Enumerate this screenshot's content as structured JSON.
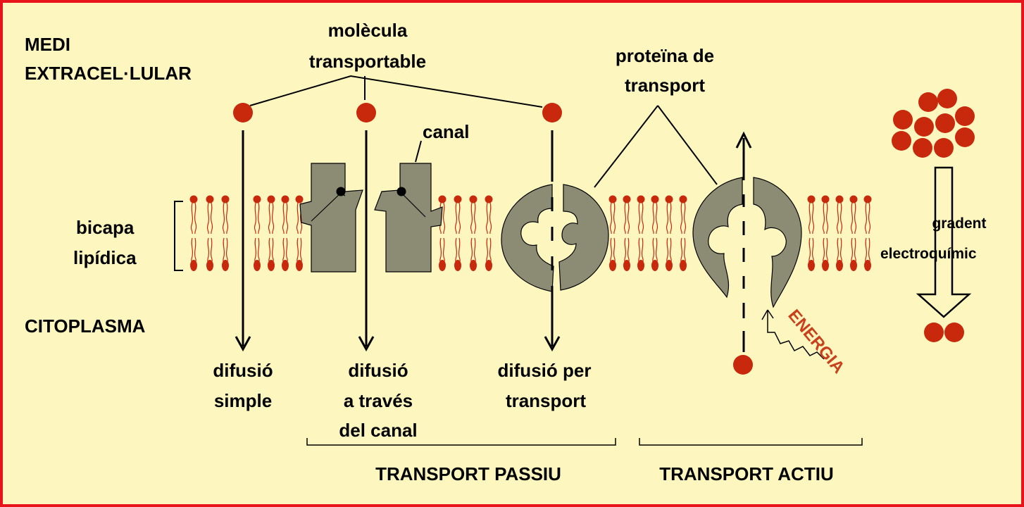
{
  "labels": {
    "medi_line1": "MEDI",
    "medi_line2": "EXTRACEL·LULAR",
    "molecula_line1": "molècula",
    "molecula_line2": "transportable",
    "proteina_line1": "proteïna de",
    "proteina_line2": "transport",
    "canal": "canal",
    "bicapa_line1": "bicapa",
    "bicapa_line2": "lipídica",
    "citoplasma": "CITOPLASMA",
    "gradent_line1": "gradent",
    "gradent_line2": "electroquímic",
    "energia": "ENERGIA",
    "difusio_simple_line1": "difusió",
    "difusio_simple_line2": "simple",
    "difusio_canal_line1": "difusió",
    "difusio_canal_line2": "a través",
    "difusio_canal_line3": "del canal",
    "difusio_transport_line1": "difusió per",
    "difusio_transport_line2": "transport",
    "transport_passiu": "TRANSPORT PASSIU",
    "transport_actiu": "TRANSPORT ACTIU"
  },
  "colors": {
    "background": "#fdf6bf",
    "frame": "#e8141c",
    "molecule": "#c8280c",
    "lipid_head": "#c8280c",
    "protein": "#8c8c74",
    "energy": "#c8401c"
  }
}
